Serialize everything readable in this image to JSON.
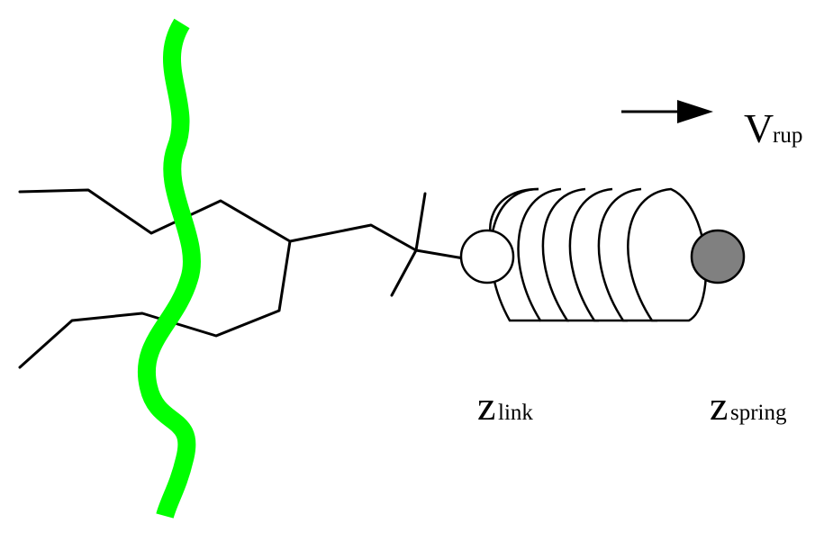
{
  "labels": {
    "velocity_main": "V",
    "velocity_sub": "rup",
    "link_main": "z",
    "link_sub": "link",
    "spring_main": "z",
    "spring_sub": "spring"
  },
  "colors": {
    "membrane_strand": "#00ff00",
    "line": "#000000",
    "link_bead": "#ffffff",
    "spring_bead": "#808080"
  }
}
